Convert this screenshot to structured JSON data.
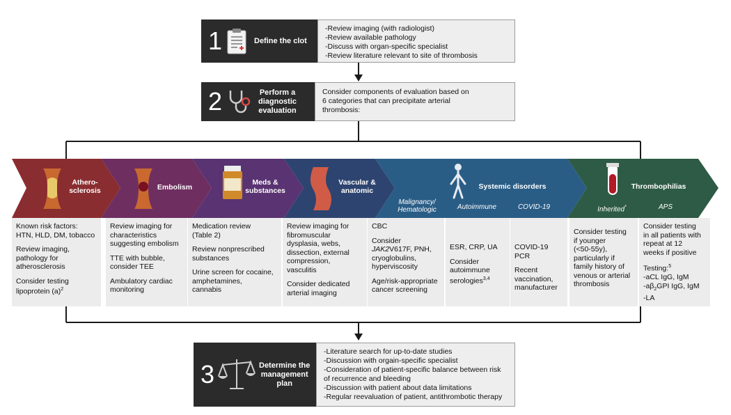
{
  "step1": {
    "number": "1",
    "title": "Define the clot",
    "lines": [
      "-Review imaging (with radiologist)",
      "-Review available pathology",
      "-Discuss with organ-specific specialist",
      "-Review literature relevant to site of thrombosis"
    ]
  },
  "step2": {
    "number": "2",
    "title_l1": "Perform a",
    "title_l2": "diagnostic",
    "title_l3": "evaluation",
    "lines": [
      "Consider components of evaluation based on",
      "6 categories that can precipitate arterial",
      "thrombosis:"
    ]
  },
  "step3": {
    "number": "3",
    "title_l1": "Determine the",
    "title_l2": "management",
    "title_l3": "plan",
    "lines": [
      "-Literature search for up-to-date studies",
      "-Discussion with orgain-specific specialist",
      "-Consideration of patient-specific balance between risk",
      "of recurrence and bleeding",
      "-Discussion with patient about data limitations",
      "-Regular reevaluation of patient, antithrombotic therapy"
    ]
  },
  "categories": {
    "athero": {
      "l1": "Athero-",
      "l2": "sclerosis",
      "color": "#8a2d30"
    },
    "embolism": {
      "label": "Embolism",
      "color": "#6e2f60"
    },
    "meds": {
      "l1": "Meds &",
      "l2": "substances",
      "color": "#5a3372"
    },
    "vascular": {
      "l1": "Vascular &",
      "l2": "anatomic",
      "color": "#2e4470"
    },
    "systemic": {
      "label": "Systemic disorders",
      "color": "#2a5d86",
      "sub_malignancy_l1": "Malignancy/",
      "sub_malignancy_l2": "Hematologic",
      "sub_autoimmune": "Autoimmune",
      "sub_covid": "COVID-19"
    },
    "thrombophilias": {
      "label": "Thrombophilias",
      "color": "#2e5b45",
      "sub_inherited": "Inherited",
      "sub_inherited_mark": "*",
      "sub_aps": "APS"
    }
  },
  "cells": {
    "athero": {
      "p1": [
        "Known risk factors:",
        "HTN, HLD, DM, tobacco"
      ],
      "p2": [
        "Review imaging,",
        "pathology for",
        "atherosclerosis"
      ],
      "p3_l1": "Consider testing",
      "p3_l2": "lipoprotein (a)",
      "p3_sup": "2"
    },
    "embolism": {
      "p1": [
        "Review imaging for",
        "characteristics",
        "suggesting embolism"
      ],
      "p2": [
        "TTE with bubble,",
        "consider TEE"
      ],
      "p3": [
        "Ambulatory cardiac",
        "monitoring"
      ]
    },
    "meds": {
      "p1": [
        "Medication review",
        "(Table 2)"
      ],
      "p2": [
        "Review nonprescribed",
        "substances"
      ],
      "p3": [
        "Urine screen for cocaine,",
        "amphetamines,",
        "cannabis"
      ]
    },
    "vascular": {
      "p1": [
        "Review imaging for",
        "fibromuscular",
        "dysplasia, webs,",
        "dissection, external",
        "compression,",
        "vasculitis"
      ],
      "p2": [
        "Consider dedicated",
        "arterial imaging"
      ]
    },
    "malignancy": {
      "p1": "CBC",
      "p2_l1": "Consider",
      "p2_italic": "JAK2",
      "p2_rest": "V617F, PNH,",
      "p2_more": [
        "cryoglobulins,",
        "hyperviscosity"
      ],
      "p3": [
        "Age/risk-appropriate",
        "cancer screening"
      ]
    },
    "autoimmune": {
      "p1": "ESR, CRP, UA",
      "p2": [
        "Consider",
        "autoimmune"
      ],
      "p2_last": "serologies",
      "p2_sup": "3,4"
    },
    "covid": {
      "p1": "COVID-19 PCR",
      "p2": [
        "Recent",
        "vaccination,",
        "manufacturer"
      ]
    },
    "inherited": {
      "p1": [
        "Consider testing",
        "if younger",
        "(<50-55y),",
        "particularly if",
        "family history of",
        "venous or arterial",
        "thrombosis"
      ]
    },
    "aps": {
      "p1": [
        "Consider testing",
        "in all patients with",
        "repeat at 12",
        "weeks if positive"
      ],
      "testing": "Testing:",
      "testing_sup": "5",
      "t1": "-aCL IgG, IgM",
      "t2_pre": "-aβ",
      "t2_sub": "2",
      "t2_post": "GPI IgG, IgM",
      "t3": "-LA"
    }
  },
  "icon_names": [
    "clipboard-icon",
    "stethoscope-icon",
    "scale-icon",
    "artery-plaque-icon",
    "artery-clot-icon",
    "pill-bottle-icon",
    "narrowed-vessel-icon",
    "human-body-icon",
    "blood-tube-icon"
  ]
}
